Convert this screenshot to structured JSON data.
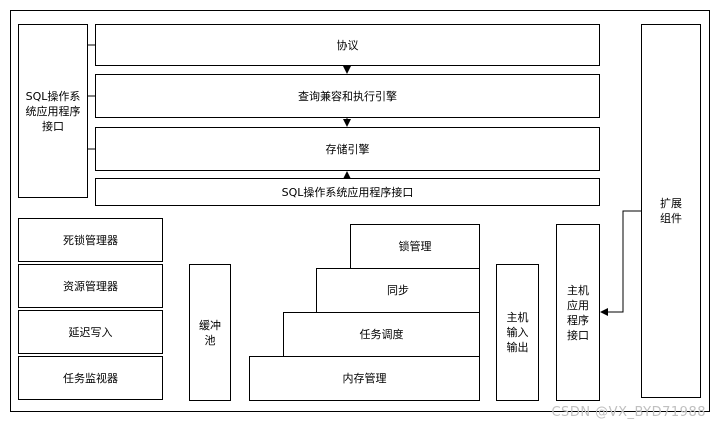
{
  "sql_api_left": "SQL操作系统应用程序接口",
  "protocol": "协议",
  "query_engine": "查询兼容和执行引擎",
  "storage_engine": "存储引擎",
  "sql_api_bottom": "SQL操作系统应用程序接口",
  "extension": "扩展组件",
  "deadlock_manager": "死锁管理器",
  "resource_manager": "资源管理器",
  "lazy_writer": "延迟写入",
  "task_monitor": "任务监视器",
  "buffer_pool": "缓冲池",
  "lock_management": "锁管理",
  "sync": "同步",
  "task_scheduling": "任务调度",
  "memory_management": "内存管理",
  "host_io": "主机输入输出",
  "host_api": "主机应用程序接口",
  "watermark": "CSDN @VX_BYD71988"
}
